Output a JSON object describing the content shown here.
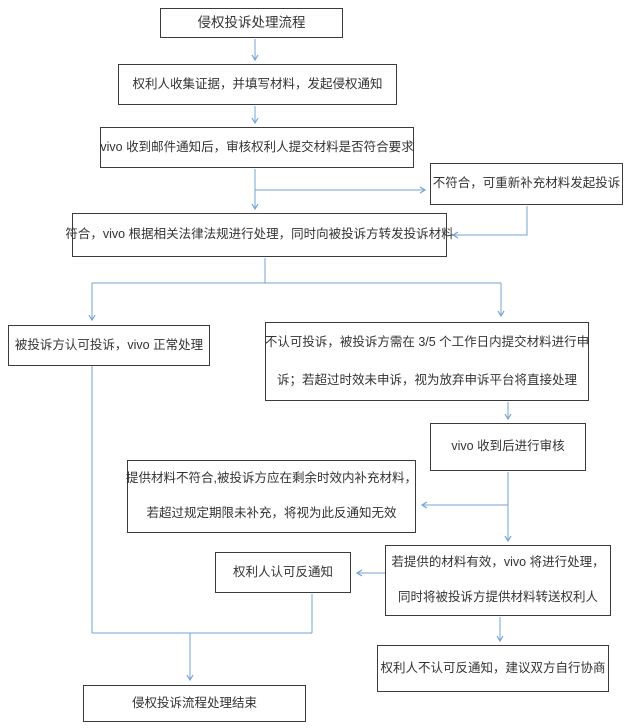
{
  "diagram": {
    "arrow_color": "#74A3D6",
    "border_color": "#3b3b3b",
    "nodes": {
      "title": "侵权投诉处理流程",
      "collect": "权利人收集证据，并填写材料，发起侵权通知",
      "review": "vivo 收到邮件通知后，审核权利人提交材料是否符合要求",
      "not_meet": "不符合，可重新补充材料发起投诉",
      "meet": "符合，vivo 根据相关法律法规进行处理，同时向被投诉方转发投诉材料",
      "accept": "被投诉方认可投诉，vivo 正常处理",
      "reject": [
        "不认可投诉，被投诉方需在 3/5 个工作日内提交材料进行申",
        "诉；若超过时效未申诉，视为放弃申诉平台将直接处理"
      ],
      "vivo_review": "vivo 收到后进行审核",
      "insufficient": [
        "提供材料不符合,被投诉方应在剩余时效内补充材料，",
        "若超过规定期限未补充，将视为此反通知无效"
      ],
      "counter_accept": "权利人认可反通知",
      "valid": [
        "若提供的材料有效，vivo 将进行处理，",
        "同时将被投诉方提供材料转送权利人"
      ],
      "counter_reject": "权利人不认可反通知，建议双方自行协商",
      "end": "侵权投诉流程处理结束"
    },
    "edges": [
      {
        "from": "title",
        "to": "collect"
      },
      {
        "from": "collect",
        "to": "review"
      },
      {
        "from": "review",
        "to": "meet"
      },
      {
        "from": "review",
        "to": "not_meet"
      },
      {
        "from": "not_meet",
        "to": "meet"
      },
      {
        "from": "meet",
        "to": "accept"
      },
      {
        "from": "meet",
        "to": "reject"
      },
      {
        "from": "reject",
        "to": "vivo_review"
      },
      {
        "from": "vivo_review",
        "to": "insufficient"
      },
      {
        "from": "vivo_review",
        "to": "valid"
      },
      {
        "from": "valid",
        "to": "counter_accept"
      },
      {
        "from": "valid",
        "to": "counter_reject"
      },
      {
        "from": "accept",
        "to": "end"
      },
      {
        "from": "counter_accept",
        "to": "end"
      }
    ]
  }
}
